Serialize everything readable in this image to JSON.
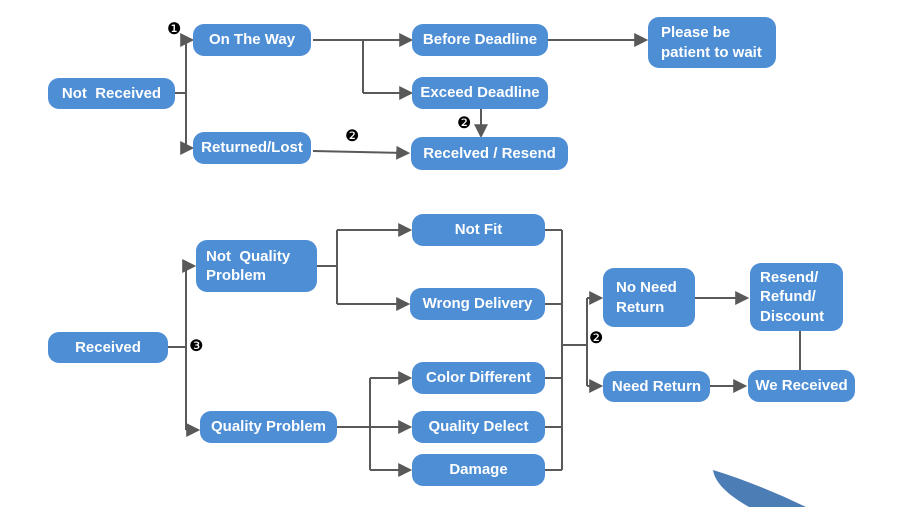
{
  "nodes": {
    "not_received": "Not  Received",
    "on_the_way": "On The Way",
    "returned_lost": "Returned/Lost",
    "before_deadline": "Before Deadline",
    "exceed_deadline": "Exceed Deadline",
    "received_resend": "Recelved / Resend",
    "please_wait": "Please be\npatient to wait",
    "received": "Received",
    "not_quality_problem": "Not  Quality\nProblem",
    "quality_problem": "Quality Problem",
    "not_fit": "Not Fit",
    "wrong_delivery": "Wrong Delivery",
    "color_different": "Color Different",
    "quality_delect": "Quality Delect",
    "damage": "Damage",
    "no_need_return": "No Need\nReturn",
    "need_return": "Need Return",
    "resend_refund_discount": "Resend/\nRefund/\nDiscount",
    "we_received": "We Received"
  },
  "step_markers": {
    "step1": "❶",
    "step2_returned": "❷",
    "step2_exceed": "❷",
    "step3": "❸",
    "step2_branch": "❷"
  },
  "colors": {
    "box_fill": "#4d8ed5",
    "box_text": "#ffffff",
    "line": "#595959",
    "marker": "#000000",
    "swoosh": "#4d7db5",
    "background": "#ffffff"
  }
}
